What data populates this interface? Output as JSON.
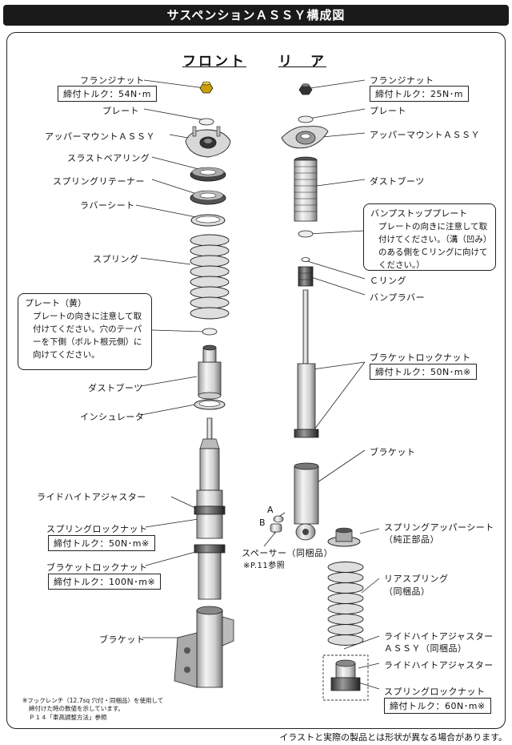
{
  "title": "サスペンションＡＳＳＹ構成図",
  "headings": {
    "front": "フロント",
    "rear": "リ　ア"
  },
  "front": {
    "flange_nut": "フランジナット",
    "flange_torque": "締付トルク：54N･m",
    "plate": "プレート",
    "upper_mount": "アッパーマウントＡＳＳＹ",
    "thrust_bearing": "スラストベアリング",
    "spring_retainer": "スプリングリテーナー",
    "rubber_seat": "ラバーシート",
    "spring": "スプリング",
    "plate_note": {
      "title": "プレート（黄）",
      "body": "プレートの向きに注意して取付けてください。穴のテーパーを下側（ボルト根元側）に向けてください。"
    },
    "dust_boot": "ダストブーツ",
    "insulator": "インシュレータ",
    "ride_height_adjuster": "ライドハイトアジャスター",
    "spring_lock_nut": "スプリングロックナット",
    "spring_lock_torque": "締付トルク：50N･m※",
    "bracket_lock_nut": "ブラケットロックナット",
    "bracket_lock_torque": "締付トルク：100N･m※",
    "bracket": "ブラケット"
  },
  "rear": {
    "flange_nut": "フランジナット",
    "flange_torque": "締付トルク：25N･m",
    "plate": "プレート",
    "upper_mount": "アッパーマウントＡＳＳＹ",
    "dust_boot": "ダストブーツ",
    "bump_plate_note": {
      "title": "バンプストッププレート",
      "body": "プレートの向きに注意して取付けてください。（溝（凹み）のある側をＣリングに向けてください。）"
    },
    "c_ring": "Ｃリング",
    "bump_rubber": "バンプラバー",
    "bracket_lock_nut": "ブラケットロックナット",
    "bracket_lock_torque": "締付トルク：50N･m※",
    "bracket": "ブラケット",
    "label_a": "A",
    "label_b": "B",
    "spacer": "スペーサー（同梱品）",
    "spacer_ref": "※P.11参照",
    "spring_upper_seat": "スプリングアッパーシート",
    "spring_upper_seat_sub": "（純正部品）",
    "rear_spring": "リアスプリング",
    "rear_spring_sub": "（同梱品）",
    "ride_height_assy": "ライドハイトアジャスター",
    "ride_height_assy_sub": "ＡＳＳＹ（同梱品）",
    "ride_height_adjuster": "ライドハイトアジャスター",
    "spring_lock_nut": "スプリングロックナット",
    "spring_lock_torque": "締付トルク：60N･m※"
  },
  "footnote": {
    "line1": "※フックレンチ（12.7sq 穴付・同梱品）を使用して",
    "line2": "締付けた時の数値を示しています。",
    "line3": "Ｐ１４「車高調整方法」参照"
  },
  "disclaimer": "イラストと実際の製品とは形状が異なる場合があります。"
}
